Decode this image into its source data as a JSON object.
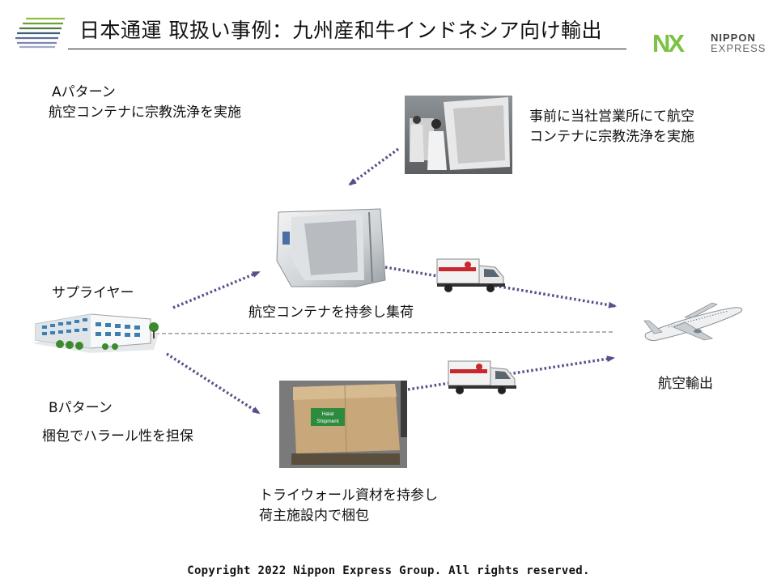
{
  "header": {
    "title": "日本通運 取扱い事例：九州産和牛インドネシア向け輸出",
    "logo_mark": "NX",
    "logo_line1": "NIPPON",
    "logo_line2": "EXPRESS"
  },
  "pattern_a": {
    "heading": "Aパターン",
    "desc": "航空コンテナに宗教洗浄を実施"
  },
  "cleaning_note": {
    "line1": "事前に当社営業所にて航空",
    "line2": "コンテナに宗教洗浄を実施"
  },
  "supplier": {
    "label": "サプライヤー"
  },
  "container_step": {
    "label": "航空コンテナを持参し集荷"
  },
  "export": {
    "label": "航空輸出"
  },
  "pattern_b": {
    "heading": "Bパターン",
    "desc": "梱包でハラール性を担保"
  },
  "packing_step": {
    "line1": "トライウォール資材を持参し",
    "line2": "荷主施設内で梱包"
  },
  "pallet_sign": {
    "line1": "Halal",
    "line2": "Shipment"
  },
  "footer": {
    "copyright": "Copyright 2022 Nippon Express Group. All rights reserved."
  },
  "colors": {
    "arrow": "#5a4f8a",
    "dashed_line": "#666666",
    "logo_green": "#7cc242",
    "logo_grey": "#555555",
    "halal_sign": "#2e8b3e"
  },
  "icons": [
    "header-stripes-icon",
    "warehouse-icon",
    "truck-icon",
    "airplane-icon"
  ]
}
